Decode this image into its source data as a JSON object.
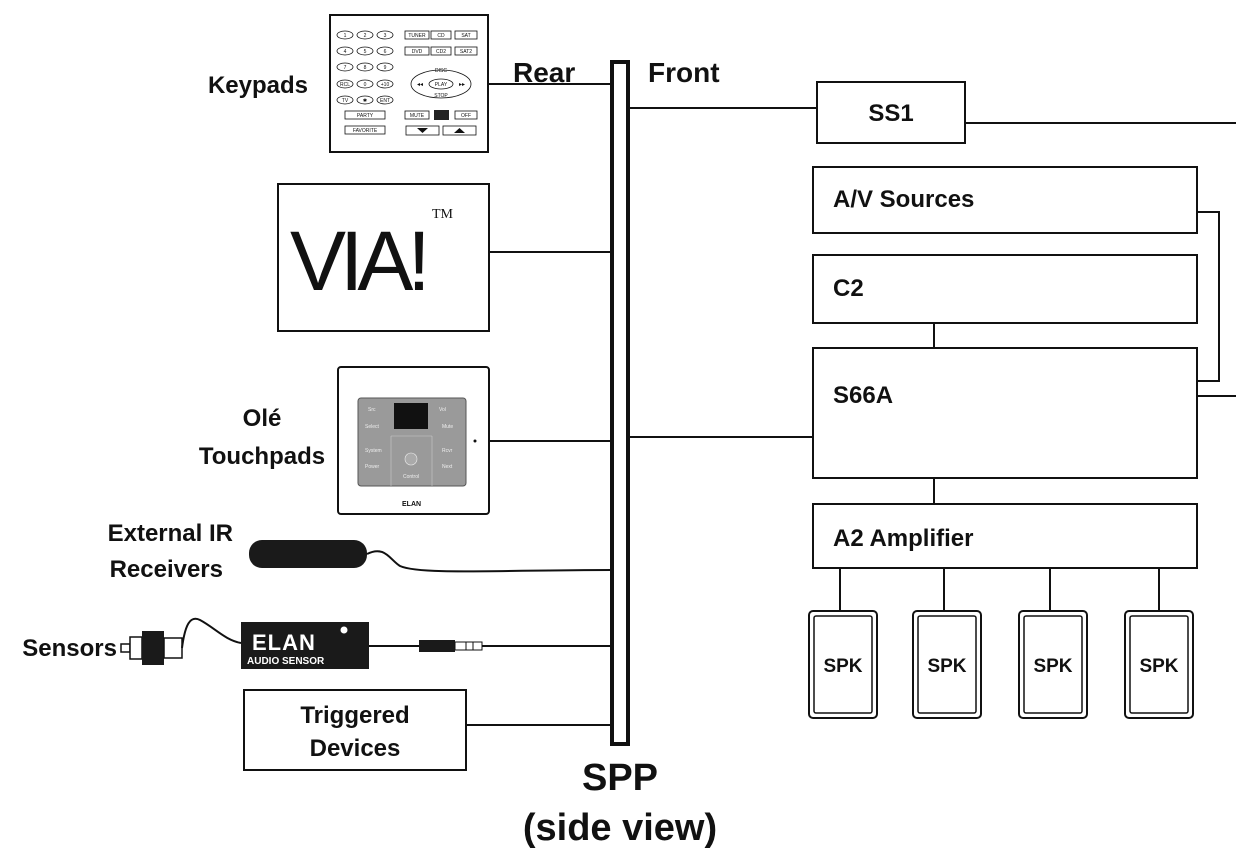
{
  "header": {
    "rear": "Rear",
    "front": "Front"
  },
  "spp": {
    "title": "SPP",
    "subtitle": "(side view)"
  },
  "left": {
    "keypads": "Keypads",
    "ole_line1": "Olé",
    "ole_line2": "Touchpads",
    "ir_line1": "External IR",
    "ir_line2": "Receivers",
    "sensors": "Sensors",
    "triggered_line1": "Triggered",
    "triggered_line2": "Devices",
    "via_logo": "VIA!",
    "via_tm": "TM",
    "audio_sensor_brand": "ELAN",
    "audio_sensor_label": "AUDIO SENSOR",
    "touchpad_brand": "ELAN"
  },
  "keypad_buttons": {
    "row1": [
      "1",
      "2",
      "3",
      "TUNER",
      "CD",
      "SAT"
    ],
    "row2": [
      "4",
      "5",
      "6",
      "DVD",
      "CD2",
      "SAT2"
    ],
    "row3": [
      "7",
      "8",
      "9",
      "DISC"
    ],
    "row4": [
      "RCL",
      "0",
      "+10",
      "PLAY"
    ],
    "row5": [
      "TV",
      "✱",
      "ENT",
      "STOP"
    ],
    "row6": [
      "PARTY",
      "MUTE",
      "OFF"
    ],
    "row7": [
      "FAVORITE"
    ]
  },
  "touchpad_buttons": [
    "Src",
    "Vol",
    "Select",
    "Mute",
    "System",
    "Rcvr",
    "Power",
    "Next",
    "Control"
  ],
  "right": {
    "ss1": "SS1",
    "av_sources": "A/V Sources",
    "c2": "C2",
    "s66a": "S66A",
    "a2": "A2 Amplifier",
    "spk": [
      "SPK",
      "SPK",
      "SPK",
      "SPK"
    ]
  }
}
